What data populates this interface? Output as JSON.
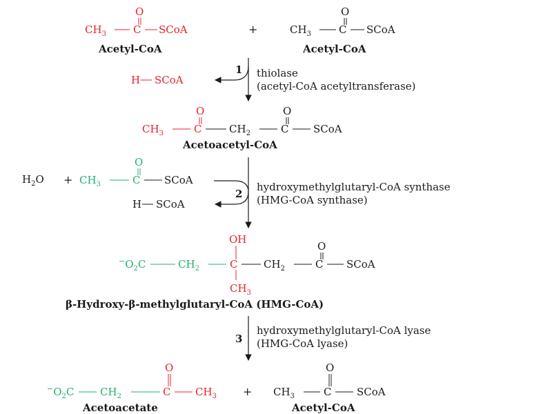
{
  "colors": {
    "red": "#e8202a",
    "green": "#1fb26a",
    "black": "#1a1a1a"
  },
  "row1": {
    "left_label": "Acetyl-CoA",
    "right_label": "Acetyl-CoA",
    "plus": "+"
  },
  "step1": {
    "number": "1",
    "enzyme_line1": "thiolase",
    "enzyme_line2": "(acetyl-CoA acetyltransferase)",
    "released": "H—SCoA"
  },
  "acetoacetyl": {
    "label": "Acetoacetyl-CoA"
  },
  "step2": {
    "number": "2",
    "enzyme_line1": "hydroxymethylglutaryl-CoA synthase",
    "enzyme_line2": "(HMG-CoA synthase)",
    "water": "H₂O",
    "plus": "+",
    "released": "H—SCoA"
  },
  "hmg": {
    "label": "β-Hydroxy-β-methylglutaryl-CoA (HMG-CoA)"
  },
  "step3": {
    "number": "3",
    "enzyme_line1": "hydroxymethylglutaryl-CoA lyase",
    "enzyme_line2": "(HMG-CoA lyase)"
  },
  "products": {
    "left_label": "Acetoacetate",
    "right_label": "Acetyl-CoA",
    "plus": "+"
  }
}
